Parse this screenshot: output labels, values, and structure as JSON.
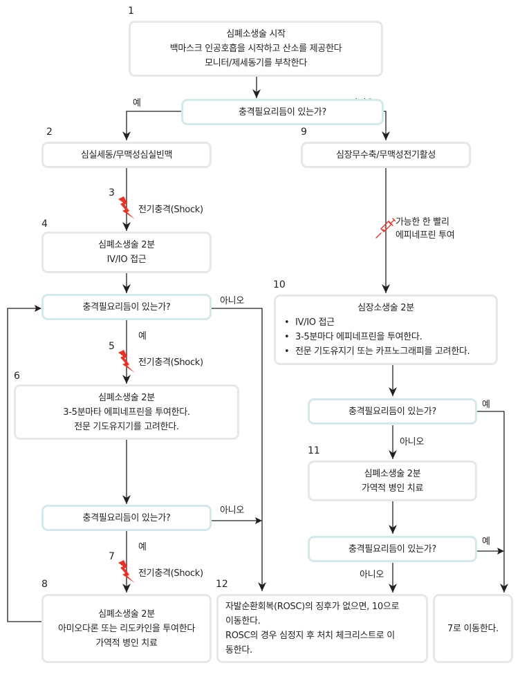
{
  "steps": {
    "s1": {
      "num": "1",
      "lines": [
        "심폐소생술 시작",
        "백마스크 인공호흡을 시작하고 산소를 제공한다",
        "모니터/제세동기를 부착한다"
      ]
    },
    "d1": {
      "text": "충격필요리듬이 있는가?",
      "yes": "예",
      "no": "아니오"
    },
    "s2": {
      "num": "2",
      "text": "심실세동/무맥성심실빈맥"
    },
    "s3": {
      "num": "3",
      "shock": "전기충격(Shock)"
    },
    "s4": {
      "num": "4",
      "lines": [
        "심폐소생술 2분",
        "IV/IO 접근"
      ]
    },
    "d2": {
      "text": "충격필요리듬이 있는가?",
      "yes": "예",
      "no": "아니오"
    },
    "s5": {
      "num": "5",
      "shock": "전기충격(Shock)"
    },
    "s6": {
      "num": "6",
      "lines": [
        "심폐소생술 2분",
        "3-5분마타 에피네프린을 투여한다.",
        "전문 기도유지기를 고려한다."
      ]
    },
    "d3": {
      "text": "충격필요리듬이 있는가?",
      "yes": "예",
      "no": "아니오"
    },
    "s7": {
      "num": "7",
      "shock": "전기충격(Shock)"
    },
    "s8": {
      "num": "8",
      "lines": [
        "심폐소생술 2분",
        "아미오다론 또는 리도카인을 투여한다",
        "가역적 병인 치료"
      ]
    },
    "s9": {
      "num": "9",
      "text": "심장무수축/무맥성전기활성"
    },
    "epi": {
      "lines": [
        "가능한 한 빨리",
        "에피네프린 투여"
      ]
    },
    "s10": {
      "num": "10",
      "title": "심장소생술 2분",
      "bullets": [
        "IV/IO 접근",
        "3-5분마다 에피네프린을 투여한다.",
        "전문 기도유지기 또는 카프노그래피를 고려한다."
      ]
    },
    "d4": {
      "text": "충격필요리듬이 있는가?",
      "yes": "예",
      "no": "아니오"
    },
    "s11": {
      "num": "11",
      "lines": [
        "심폐소생술 2분",
        "가역적 병인 치료"
      ]
    },
    "d5": {
      "text": "충격필요리듬이 있는가?",
      "yes": "예",
      "no": "아니오"
    },
    "s12": {
      "num": "12",
      "lines": [
        "자발순환회복(ROSC)의 징후가 없으면, 10으로",
        "이동한다.",
        "ROSC의 경우 심정지 후 처치 체크리스트로 이",
        "동한다."
      ]
    },
    "goto7": {
      "text": "7로 이동한다."
    }
  },
  "colors": {
    "shock": "#ee3124",
    "syringe": "#ee3124",
    "decision_border": "#d2e9ec",
    "box_border": "#e6e7e8",
    "line": "#231f20"
  }
}
